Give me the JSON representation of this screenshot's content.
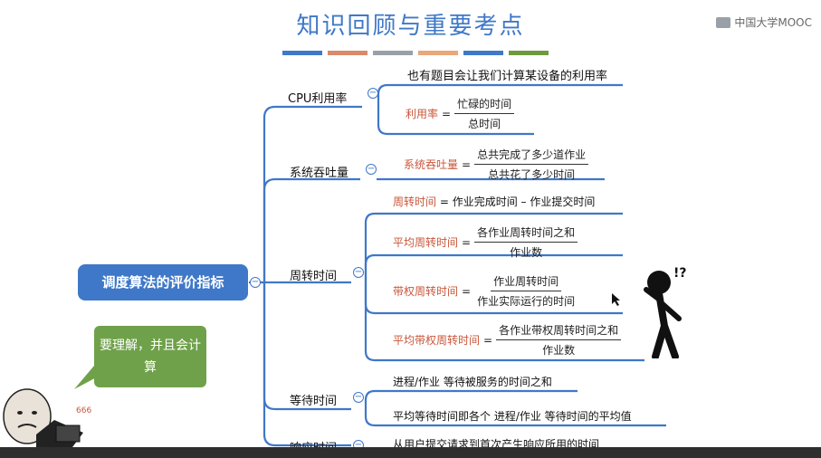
{
  "title": "知识回顾与重要考点",
  "brand": "中国大学MOOC",
  "colors": {
    "accent": "#3f78c8",
    "highlight": "#c8563a",
    "bubble": "#6fa14a",
    "title_bars": [
      "#3f78c8",
      "#d98a6a",
      "#9aa0a8",
      "#e8a878",
      "#3f78c8",
      "#6f9a3e"
    ]
  },
  "root": "调度算法的评价指标",
  "bubble": "要理解，并且会计算",
  "branches": {
    "cpu": {
      "label": "CPU利用率",
      "note": "也有题目会让我们计算某设备的利用率",
      "formula": {
        "name": "利用率",
        "eq": "=",
        "num": "忙碌的时间",
        "den": "总时间"
      }
    },
    "throughput": {
      "label": "系统吞吐量",
      "formula": {
        "name": "系统吞吐量",
        "eq": "=",
        "num": "总共完成了多少道作业",
        "den": "总共花了多少时间"
      }
    },
    "turnaround": {
      "label": "周转时间",
      "line1": {
        "name": "周转时间",
        "rest": " = 作业完成时间 – 作业提交时间"
      },
      "avg": {
        "name": "平均周转时间",
        "eq": "=",
        "num": "各作业周转时间之和",
        "den": "作业数"
      },
      "weighted": {
        "name": "带权周转时间",
        "eq": "=",
        "num": "作业周转时间",
        "den": "作业实际运行的时间"
      },
      "avg_weighted": {
        "name": "平均带权周转时间",
        "eq": "=",
        "num": "各作业带权周转时间之和",
        "den": "作业数"
      }
    },
    "waiting": {
      "label": "等待时间",
      "line1": "进程/作业 等待被服务的时间之和",
      "line2": "平均等待时间即各个 进程/作业 等待时间的平均值"
    },
    "response": {
      "label": "响应时间",
      "line1": "从用户提交请求到首次产生响应所用的时间"
    }
  },
  "figure_text": "!?",
  "calc_text": "666"
}
